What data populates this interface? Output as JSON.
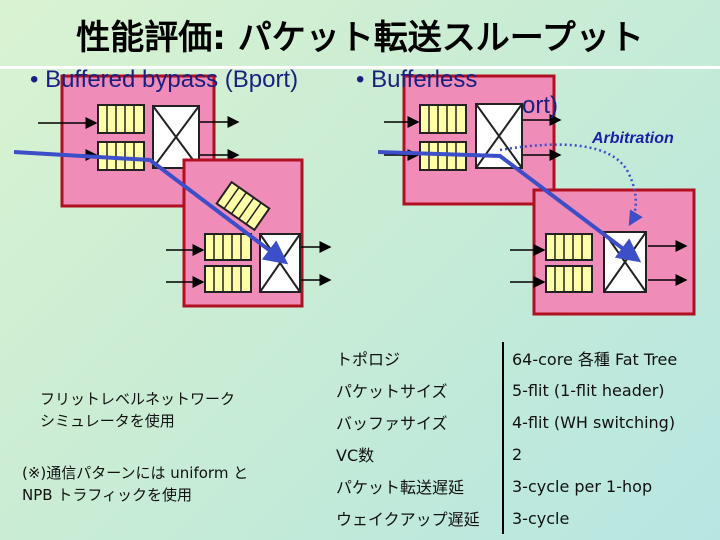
{
  "title": "性能評価: パケット転送スループット",
  "bullets": {
    "left": "• Buffered bypass (Bport)",
    "right_line1": "• Bufferless",
    "right_line2_fragment": "ort)"
  },
  "arbitration_label": "Arbitration",
  "notes": {
    "line1": "フリットレベルネットワーク",
    "line2": "シミュレータを使用",
    "line3": "(※)通信パターンには uniform と",
    "line4": "NPB トラフィックを使用"
  },
  "params": [
    {
      "key": "トポロジ",
      "value": "64-core 各種 Fat Tree"
    },
    {
      "key": "パケットサイズ",
      "value": "5-flit (1-flit header)"
    },
    {
      "key": "バッファサイズ",
      "value": "4-flit (WH switching)"
    },
    {
      "key": "VC数",
      "value": "2"
    },
    {
      "key": "パケット転送遅延",
      "value": "3-cycle per 1-hop"
    },
    {
      "key": "ウェイクアップ遅延",
      "value": "3-cycle"
    }
  ],
  "colors": {
    "router_fill": "#f08cb8",
    "router_border": "#b01020",
    "flow_arrow": "#3c4ec8",
    "text_blue": "#1a1f80"
  }
}
